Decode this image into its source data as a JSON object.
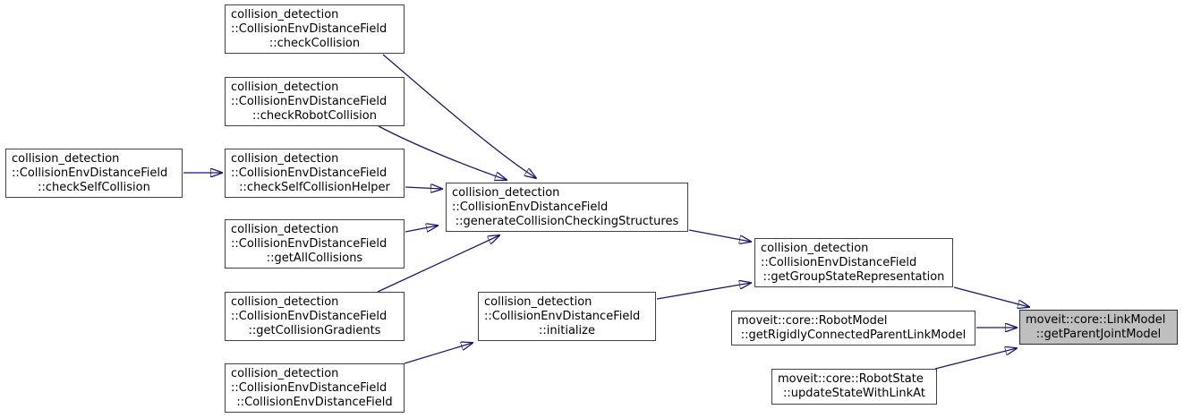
{
  "diagram": {
    "type": "call-graph",
    "background": "#ffffff",
    "edge_color": "#191970",
    "node_border_color": "#404040",
    "node_fill": "#ffffff",
    "highlighted_node_fill": "#bfbfbf",
    "text_color": "#000000"
  },
  "nodes": [
    {
      "id": "check-collision",
      "lines": [
        "collision_detection",
        "::CollisionEnvDistanceField",
        "::checkCollision"
      ],
      "highlighted": false
    },
    {
      "id": "check-robot-collision",
      "lines": [
        "collision_detection",
        "::CollisionEnvDistanceField",
        "::checkRobotCollision"
      ],
      "highlighted": false
    },
    {
      "id": "check-self-collision",
      "lines": [
        "collision_detection",
        "::CollisionEnvDistanceField",
        "::checkSelfCollision"
      ],
      "highlighted": false
    },
    {
      "id": "check-self-collision-helper",
      "lines": [
        "collision_detection",
        "::CollisionEnvDistanceField",
        "::checkSelfCollisionHelper"
      ],
      "highlighted": false
    },
    {
      "id": "get-all-collisions",
      "lines": [
        "collision_detection",
        "::CollisionEnvDistanceField",
        "::getAllCollisions"
      ],
      "highlighted": false
    },
    {
      "id": "get-collision-gradients",
      "lines": [
        "collision_detection",
        "::CollisionEnvDistanceField",
        "::getCollisionGradients"
      ],
      "highlighted": false
    },
    {
      "id": "collision-env-distance-field-constructor",
      "lines": [
        "collision_detection",
        "::CollisionEnvDistanceField",
        "::CollisionEnvDistanceField"
      ],
      "highlighted": false
    },
    {
      "id": "generate-collision-checking-structures",
      "lines": [
        "collision_detection",
        "::CollisionEnvDistanceField",
        "::generateCollisionCheckingStructures"
      ],
      "highlighted": false
    },
    {
      "id": "initialize",
      "lines": [
        "collision_detection",
        "::CollisionEnvDistanceField",
        "::initialize"
      ],
      "highlighted": false
    },
    {
      "id": "get-group-state-representation",
      "lines": [
        "collision_detection",
        "::CollisionEnvDistanceField",
        "::getGroupStateRepresentation"
      ],
      "highlighted": false
    },
    {
      "id": "get-rigidly-connected-parent-link-model",
      "lines": [
        "moveit::core::RobotModel",
        "::getRigidlyConnectedParentLinkModel"
      ],
      "highlighted": false
    },
    {
      "id": "update-state-with-link-at",
      "lines": [
        "moveit::core::RobotState",
        "::updateStateWithLinkAt"
      ],
      "highlighted": false
    },
    {
      "id": "get-parent-joint-model",
      "lines": [
        "moveit::core::LinkModel",
        "::getParentJointModel"
      ],
      "highlighted": true
    }
  ],
  "edges": [
    {
      "from": "check-collision",
      "to": "generate-collision-checking-structures"
    },
    {
      "from": "check-robot-collision",
      "to": "generate-collision-checking-structures"
    },
    {
      "from": "check-self-collision",
      "to": "check-self-collision-helper"
    },
    {
      "from": "check-self-collision-helper",
      "to": "generate-collision-checking-structures"
    },
    {
      "from": "get-all-collisions",
      "to": "generate-collision-checking-structures"
    },
    {
      "from": "get-collision-gradients",
      "to": "generate-collision-checking-structures"
    },
    {
      "from": "collision-env-distance-field-constructor",
      "to": "initialize"
    },
    {
      "from": "generate-collision-checking-structures",
      "to": "get-group-state-representation"
    },
    {
      "from": "initialize",
      "to": "get-group-state-representation"
    },
    {
      "from": "get-group-state-representation",
      "to": "get-parent-joint-model"
    },
    {
      "from": "get-rigidly-connected-parent-link-model",
      "to": "get-parent-joint-model"
    },
    {
      "from": "update-state-with-link-at",
      "to": "get-parent-joint-model"
    }
  ]
}
